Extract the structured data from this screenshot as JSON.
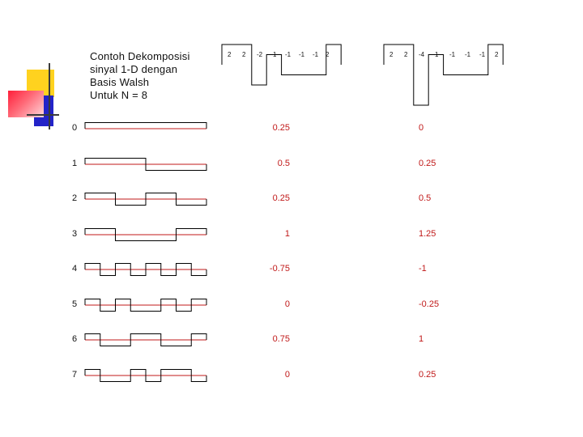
{
  "title_lines": [
    "Contoh Dekomposisi",
    "sinyal 1-D dengan",
    "Basis Walsh",
    "Untuk N = 8"
  ],
  "input_signal": [
    "2",
    "2",
    "-2",
    "1",
    "-1",
    "-1",
    "-1",
    "2"
  ],
  "input_values": [
    2,
    2,
    -2,
    1,
    -1,
    -1,
    -1,
    2
  ],
  "output_signal": [
    "2",
    "2",
    "-4",
    "1",
    "-1",
    "-1",
    "-1",
    "2"
  ],
  "output_values": [
    2,
    2,
    -4,
    1,
    -1,
    -1,
    -1,
    2
  ],
  "basis_index": [
    "0",
    "1",
    "2",
    "3",
    "4",
    "5",
    "6",
    "7"
  ],
  "walsh_basis": [
    [
      1,
      1,
      1,
      1,
      1,
      1,
      1,
      1
    ],
    [
      1,
      1,
      1,
      1,
      -1,
      -1,
      -1,
      -1
    ],
    [
      1,
      1,
      -1,
      -1,
      1,
      1,
      -1,
      -1
    ],
    [
      1,
      1,
      -1,
      -1,
      -1,
      -1,
      1,
      1
    ],
    [
      1,
      -1,
      1,
      -1,
      1,
      -1,
      1,
      -1
    ],
    [
      1,
      -1,
      1,
      -1,
      -1,
      1,
      -1,
      1
    ],
    [
      1,
      -1,
      -1,
      1,
      1,
      -1,
      -1,
      1
    ],
    [
      1,
      -1,
      -1,
      1,
      -1,
      1,
      1,
      -1
    ]
  ],
  "coefficients_input": [
    "0.25",
    "0.5",
    "0.25",
    "1",
    "-0.75",
    "0",
    "0.75",
    "0"
  ],
  "coefficients_output": [
    "0",
    "0.25",
    "0.5",
    "1.25",
    "-1",
    "-0.25",
    "1",
    "0.25"
  ],
  "colors": {
    "axis_line": "#c01818",
    "waveform": "#000000",
    "coefficient": "#c01818"
  }
}
